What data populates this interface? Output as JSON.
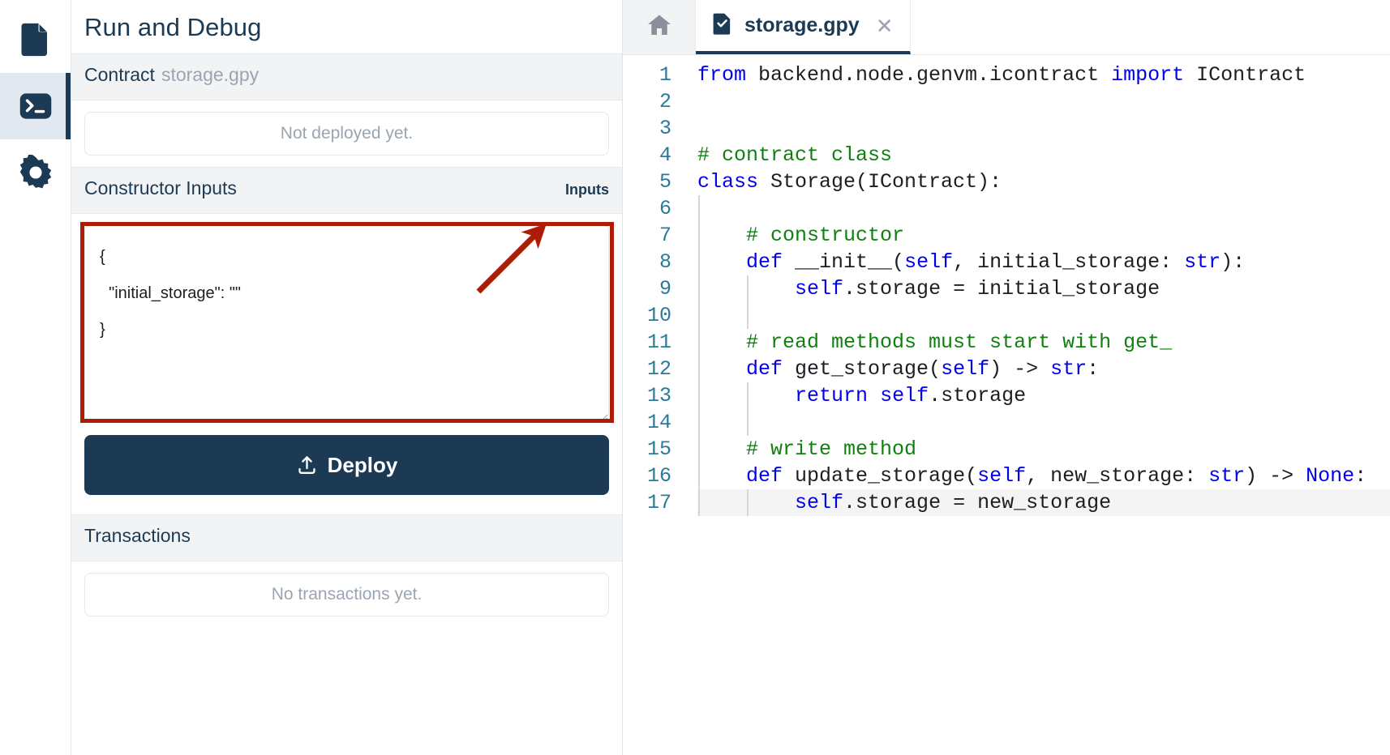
{
  "activity_bar": {
    "items": [
      {
        "name": "file-explorer",
        "icon": "document-icon",
        "active": false
      },
      {
        "name": "run-and-debug",
        "icon": "terminal-icon",
        "active": true
      },
      {
        "name": "settings",
        "icon": "gear-icon",
        "active": false
      }
    ]
  },
  "panel": {
    "title": "Run and Debug",
    "contract_section": {
      "label": "Contract",
      "filename": "storage.gpy",
      "status_text": "Not deployed yet."
    },
    "constructor_section": {
      "label": "Constructor Inputs",
      "right_label": "Inputs",
      "json_value": "{\n  \"initial_storage\": \"\"\n}",
      "placeholder": "{}"
    },
    "deploy_button": {
      "label": "Deploy",
      "icon": "upload-icon"
    },
    "transactions_section": {
      "label": "Transactions",
      "empty_text": "No transactions yet."
    }
  },
  "editor": {
    "home_tab": {
      "name": "home-tab",
      "icon": "home-icon"
    },
    "file_tab": {
      "label": "storage.gpy",
      "icon": "file-check-icon",
      "close_icon": "close-icon",
      "active": true
    },
    "current_line": 17,
    "lines": [
      {
        "n": 1,
        "tokens": [
          {
            "t": "from ",
            "c": "kw"
          },
          {
            "t": "backend.node.genvm.icontract ",
            "c": "plain"
          },
          {
            "t": "import ",
            "c": "kw"
          },
          {
            "t": "IContract",
            "c": "plain"
          }
        ],
        "indent_guides": 0
      },
      {
        "n": 2,
        "tokens": [],
        "indent_guides": 0
      },
      {
        "n": 3,
        "tokens": [],
        "indent_guides": 0
      },
      {
        "n": 4,
        "tokens": [
          {
            "t": "# contract class",
            "c": "cmt"
          }
        ],
        "indent_guides": 0
      },
      {
        "n": 5,
        "tokens": [
          {
            "t": "class ",
            "c": "kw"
          },
          {
            "t": "Storage(IContract):",
            "c": "plain"
          }
        ],
        "indent_guides": 0
      },
      {
        "n": 6,
        "tokens": [],
        "indent_guides": 1
      },
      {
        "n": 7,
        "tokens": [
          {
            "t": "    # constructor",
            "c": "cmt"
          }
        ],
        "indent_guides": 1
      },
      {
        "n": 8,
        "tokens": [
          {
            "t": "    ",
            "c": "plain"
          },
          {
            "t": "def ",
            "c": "kw"
          },
          {
            "t": "__init__(",
            "c": "plain"
          },
          {
            "t": "self",
            "c": "kw"
          },
          {
            "t": ", initial_storage: ",
            "c": "plain"
          },
          {
            "t": "str",
            "c": "typ"
          },
          {
            "t": "):",
            "c": "plain"
          }
        ],
        "indent_guides": 1
      },
      {
        "n": 9,
        "tokens": [
          {
            "t": "        ",
            "c": "plain"
          },
          {
            "t": "self",
            "c": "kw"
          },
          {
            "t": ".storage = initial_storage",
            "c": "plain"
          }
        ],
        "indent_guides": 2
      },
      {
        "n": 10,
        "tokens": [],
        "indent_guides": 2
      },
      {
        "n": 11,
        "tokens": [
          {
            "t": "    # read methods must start with get_",
            "c": "cmt"
          }
        ],
        "indent_guides": 1
      },
      {
        "n": 12,
        "tokens": [
          {
            "t": "    ",
            "c": "plain"
          },
          {
            "t": "def ",
            "c": "kw"
          },
          {
            "t": "get_storage(",
            "c": "plain"
          },
          {
            "t": "self",
            "c": "kw"
          },
          {
            "t": ") -> ",
            "c": "plain"
          },
          {
            "t": "str",
            "c": "typ"
          },
          {
            "t": ":",
            "c": "plain"
          }
        ],
        "indent_guides": 1
      },
      {
        "n": 13,
        "tokens": [
          {
            "t": "        ",
            "c": "plain"
          },
          {
            "t": "return ",
            "c": "kw"
          },
          {
            "t": "self",
            "c": "kw"
          },
          {
            "t": ".storage",
            "c": "plain"
          }
        ],
        "indent_guides": 2
      },
      {
        "n": 14,
        "tokens": [],
        "indent_guides": 2
      },
      {
        "n": 15,
        "tokens": [
          {
            "t": "    # write method",
            "c": "cmt"
          }
        ],
        "indent_guides": 1
      },
      {
        "n": 16,
        "tokens": [
          {
            "t": "    ",
            "c": "plain"
          },
          {
            "t": "def ",
            "c": "kw"
          },
          {
            "t": "update_storage(",
            "c": "plain"
          },
          {
            "t": "self",
            "c": "kw"
          },
          {
            "t": ", new_storage: ",
            "c": "plain"
          },
          {
            "t": "str",
            "c": "typ"
          },
          {
            "t": ") -> ",
            "c": "plain"
          },
          {
            "t": "None",
            "c": "typ"
          },
          {
            "t": ":",
            "c": "plain"
          }
        ],
        "indent_guides": 1
      },
      {
        "n": 17,
        "tokens": [
          {
            "t": "        ",
            "c": "plain"
          },
          {
            "t": "self",
            "c": "kw"
          },
          {
            "t": ".storage = new_storage",
            "c": "plain"
          }
        ],
        "indent_guides": 2
      }
    ]
  },
  "annotations": {
    "highlight_color": "#ad1c06",
    "box_target": "constructor-inputs-textarea",
    "arrow_points_to": "inputs-label"
  },
  "colors": {
    "brand_dark": "#1d3a54",
    "panel_bg": "#f1f3f5",
    "muted_text": "#9aa5b1",
    "annotation_red": "#ad1c06",
    "keyword_blue": "#0000ee",
    "comment_green": "#108010",
    "gutter_teal": "#2a7a99"
  }
}
